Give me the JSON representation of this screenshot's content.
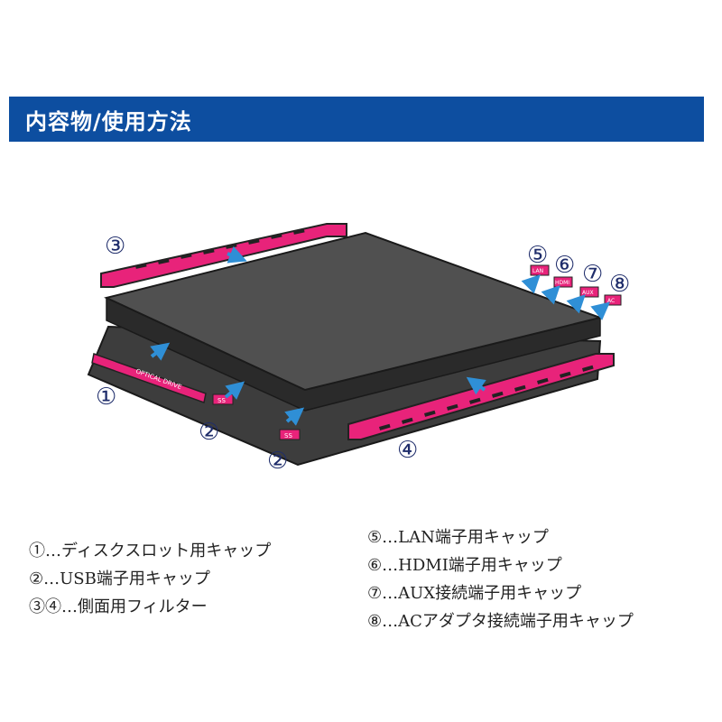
{
  "header": {
    "title": "内容物/使用方法"
  },
  "colors": {
    "header_bg": "#0d4ea0",
    "filter_pink": "#e8237a",
    "arrow_blue": "#2f8fd6",
    "console_body": "#4a4a4a"
  },
  "diagram": {
    "labels": {
      "c1": "①",
      "c2a": "②",
      "c2b": "②",
      "c3": "③",
      "c4": "④",
      "c5": "⑤",
      "c6": "⑥",
      "c7": "⑦",
      "c8": "⑧"
    },
    "part_text": {
      "optical_drive": "OPTICAL DRIVE",
      "usb1": "SS",
      "usb2": "SS",
      "lan": "LAN",
      "hdmi": "HDMI",
      "aux": "AUX",
      "ac": "AC"
    }
  },
  "legend": {
    "left": [
      "①…ディスクスロット用キャップ",
      "②…USB端子用キャップ",
      "③④…側面用フィルター"
    ],
    "right": [
      "⑤…LAN端子用キャップ",
      "⑥…HDMI端子用キャップ",
      "⑦…AUX接続端子用キャップ",
      "⑧…ACアダプタ接続端子用キャップ"
    ]
  }
}
